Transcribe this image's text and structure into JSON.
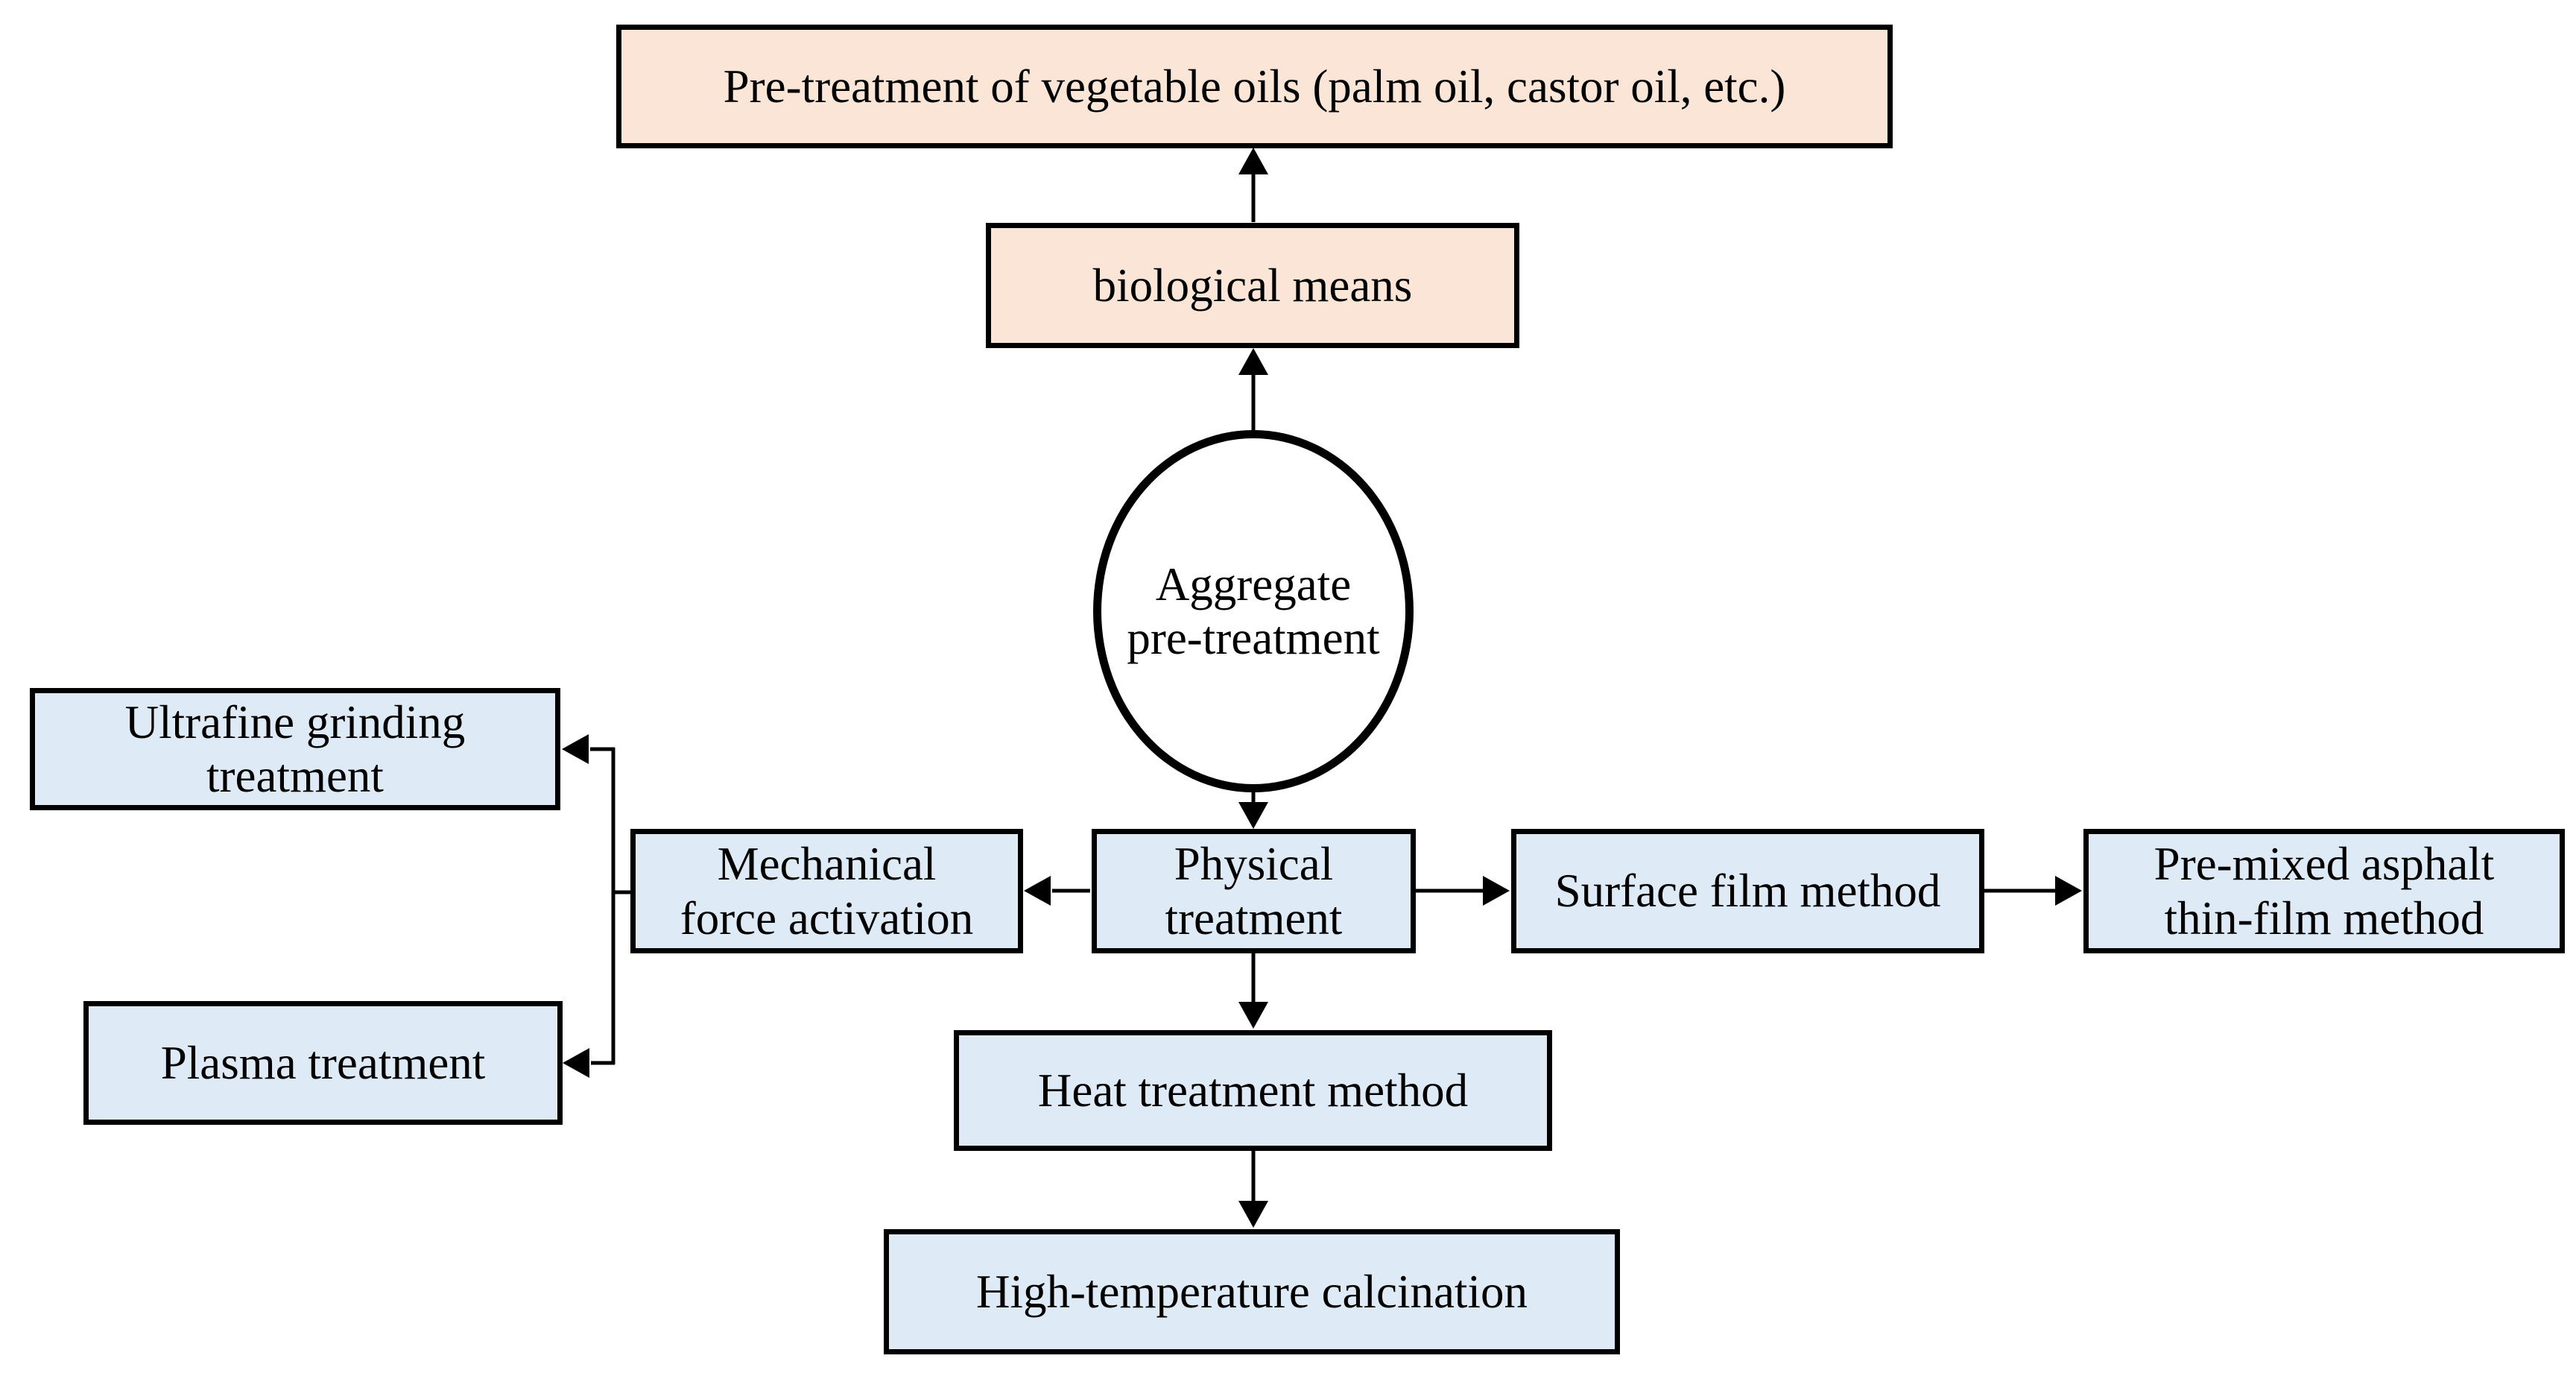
{
  "diagram": {
    "colors": {
      "peach_fill": "#FBE5D6",
      "blue_fill": "#DEEAF6",
      "circle_fill": "#FFFFFF",
      "line_color": "#000000",
      "background": "#FFFFFF"
    },
    "nodes": {
      "vegetable_oils": {
        "label": "Pre-treatment of vegetable oils (palm oil, castor oil, etc.)"
      },
      "biological": {
        "label": "biological means"
      },
      "aggregate": {
        "label": "Aggregate\npre-treatment"
      },
      "ultrafine": {
        "label": "Ultrafine grinding\ntreatment"
      },
      "mechanical": {
        "label": "Mechanical\nforce activation"
      },
      "physical": {
        "label": "Physical\ntreatment"
      },
      "surface": {
        "label": "Surface film method"
      },
      "premixed": {
        "label": "Pre-mixed asphalt\nthin-film method"
      },
      "plasma": {
        "label": "Plasma treatment"
      },
      "heat": {
        "label": "Heat treatment method"
      },
      "calcination": {
        "label": "High-temperature calcination"
      }
    },
    "edges": [
      {
        "from": "aggregate",
        "to": "biological",
        "direction": "up"
      },
      {
        "from": "biological",
        "to": "vegetable_oils",
        "direction": "up"
      },
      {
        "from": "aggregate",
        "to": "physical",
        "direction": "down"
      },
      {
        "from": "physical",
        "to": "mechanical",
        "direction": "left"
      },
      {
        "from": "mechanical",
        "to": "ultrafine",
        "direction": "up-left"
      },
      {
        "from": "mechanical",
        "to": "plasma",
        "direction": "down-left"
      },
      {
        "from": "physical",
        "to": "surface",
        "direction": "right"
      },
      {
        "from": "surface",
        "to": "premixed",
        "direction": "right"
      },
      {
        "from": "physical",
        "to": "heat",
        "direction": "down"
      },
      {
        "from": "heat",
        "to": "calcination",
        "direction": "down"
      }
    ]
  }
}
